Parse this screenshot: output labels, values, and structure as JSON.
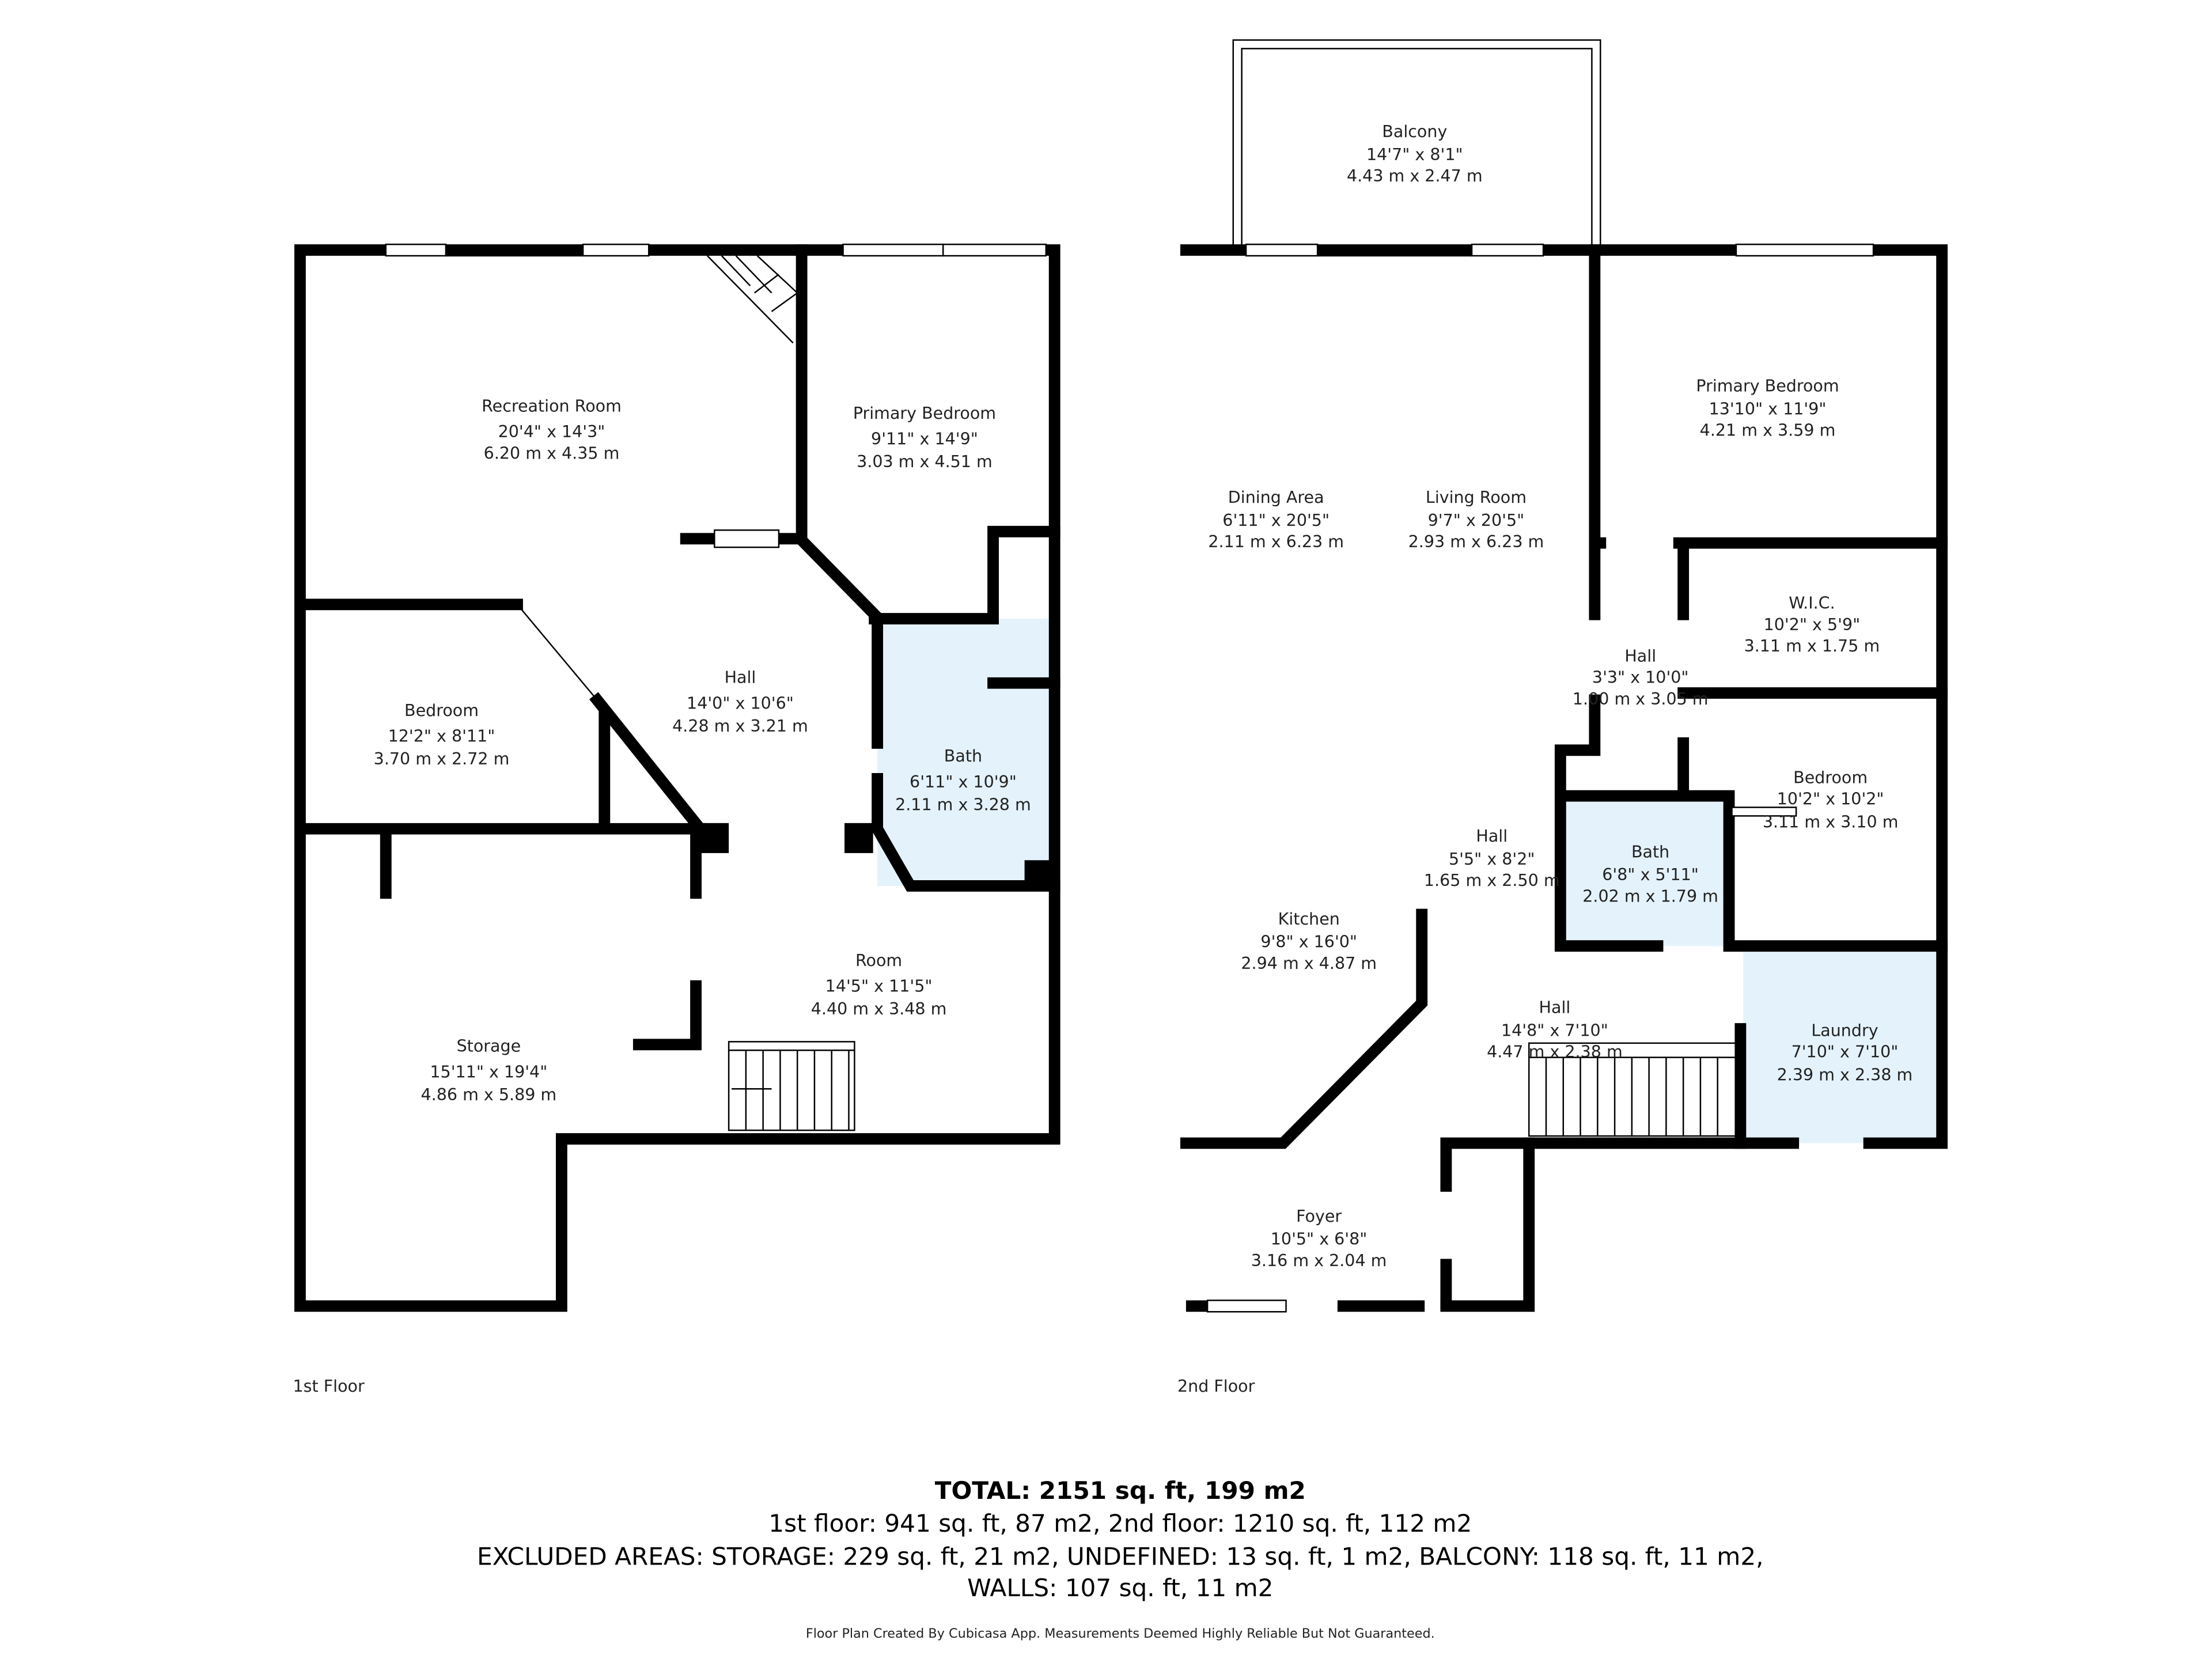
{
  "floors": [
    {
      "label": "1st Floor",
      "rooms": [
        {
          "name": "Recreation Room",
          "imperial": "20'4\" x 14'3\"",
          "metric": "6.20 m x 4.35 m"
        },
        {
          "name": "Primary Bedroom",
          "imperial": "9'11\" x 14'9\"",
          "metric": "3.03 m x 4.51 m"
        },
        {
          "name": "Bedroom",
          "imperial": "12'2\" x 8'11\"",
          "metric": "3.70 m x 2.72 m"
        },
        {
          "name": "Hall",
          "imperial": "14'0\" x 10'6\"",
          "metric": "4.28 m x 3.21 m"
        },
        {
          "name": "Bath",
          "imperial": "6'11\" x 10'9\"",
          "metric": "2.11 m x 3.28 m"
        },
        {
          "name": "Room",
          "imperial": "14'5\" x 11'5\"",
          "metric": "4.40 m x 3.48 m"
        },
        {
          "name": "Storage",
          "imperial": "15'11\" x 19'4\"",
          "metric": "4.86 m x 5.89 m"
        }
      ]
    },
    {
      "label": "2nd Floor",
      "rooms": [
        {
          "name": "Balcony",
          "imperial": "14'7\" x 8'1\"",
          "metric": "4.43 m x 2.47 m"
        },
        {
          "name": "Primary Bedroom",
          "imperial": "13'10\" x 11'9\"",
          "metric": "4.21 m x 3.59 m"
        },
        {
          "name": "Dining Area",
          "imperial": "6'11\" x 20'5\"",
          "metric": "2.11 m x 6.23 m"
        },
        {
          "name": "Living Room",
          "imperial": "9'7\" x 20'5\"",
          "metric": "2.93 m x 6.23 m"
        },
        {
          "name": "W.I.C.",
          "imperial": "10'2\" x 5'9\"",
          "metric": "3.11 m x 1.75 m"
        },
        {
          "name": "Hall",
          "imperial": "3'3\" x 10'0\"",
          "metric": "1.00 m x 3.05 m"
        },
        {
          "name": "Bedroom",
          "imperial": "10'2\" x 10'2\"",
          "metric": "3.11 m x 3.10 m"
        },
        {
          "name": "Hall",
          "imperial": "5'5\" x 8'2\"",
          "metric": "1.65 m x 2.50 m"
        },
        {
          "name": "Bath",
          "imperial": "6'8\" x 5'11\"",
          "metric": "2.02 m x 1.79 m"
        },
        {
          "name": "Kitchen",
          "imperial": "9'8\" x 16'0\"",
          "metric": "2.94 m x 4.87 m"
        },
        {
          "name": "Hall",
          "imperial": "14'8\" x 7'10\"",
          "metric": "4.47 m x 2.38 m"
        },
        {
          "name": "Laundry",
          "imperial": "7'10\" x 7'10\"",
          "metric": "2.39 m x 2.38 m"
        },
        {
          "name": "Foyer",
          "imperial": "10'5\" x 6'8\"",
          "metric": "3.16 m x 2.04 m"
        }
      ]
    }
  ],
  "summary": {
    "total": "TOTAL: 2151 sq. ft, 199 m2",
    "floors_line": "1st floor: 941 sq. ft, 87 m2, 2nd floor: 1210 sq. ft, 112 m2",
    "excluded_line": "EXCLUDED AREAS: STORAGE: 229 sq. ft, 21 m2, UNDEFINED: 13 sq. ft, 1 m2, BALCONY: 118 sq. ft, 11 m2,",
    "walls_line": "WALLS: 107 sq. ft, 11 m2"
  },
  "disclaimer": "Floor Plan Created By Cubicasa App. Measurements Deemed Highly Reliable But Not Guaranteed.",
  "colors": {
    "wet_room_fill": "#e4f2fc",
    "wall": "#000000"
  }
}
